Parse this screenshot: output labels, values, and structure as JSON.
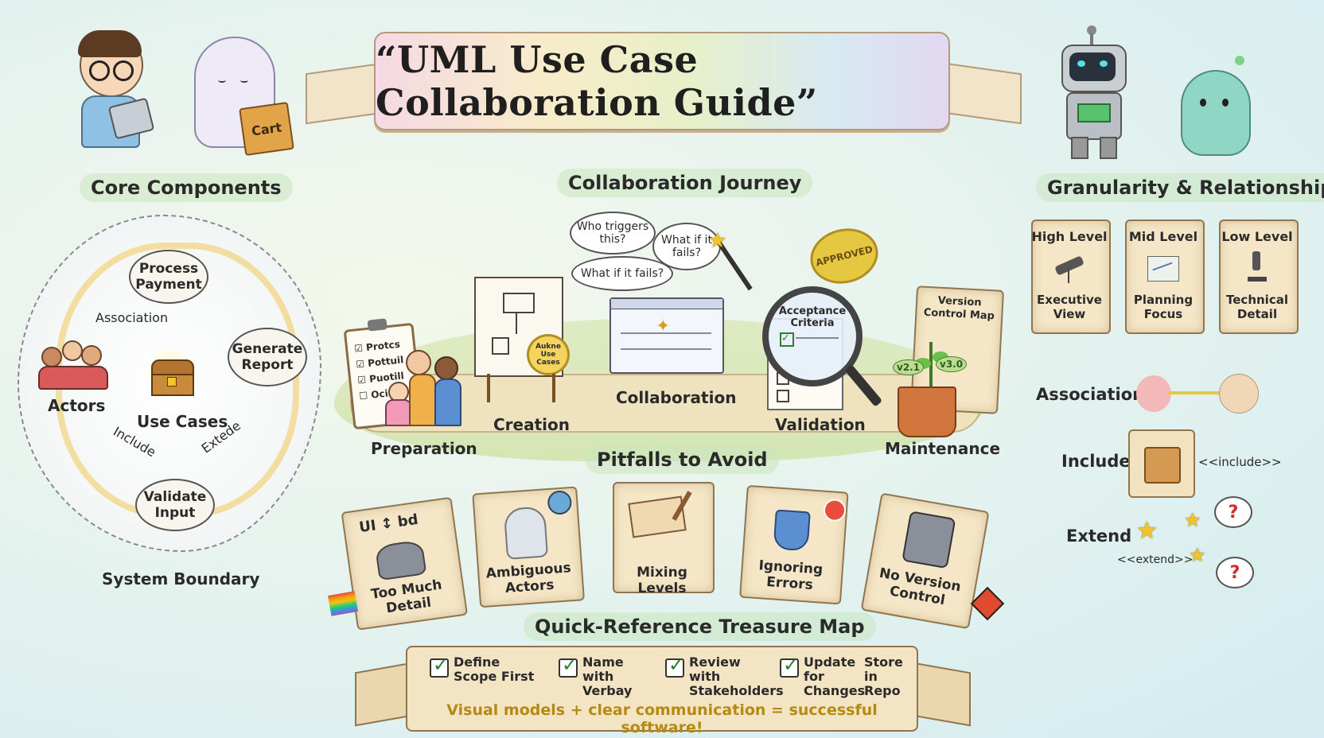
{
  "title": "“UML Use Case Collaboration Guide”",
  "characters": {
    "cart_label": "Cart"
  },
  "core": {
    "heading": "Core Components",
    "use_cases": [
      "Process Payment",
      "Generate Report",
      "Validate Input"
    ],
    "association": "Association",
    "actors": "Actors",
    "use_cases_label": "Use Cases",
    "include": "Include",
    "extend": "Extede",
    "boundary": "System Boundary"
  },
  "journey": {
    "heading": "Collaboration Journey",
    "stages": [
      "Preparation",
      "Creation",
      "Collaboration",
      "Validation",
      "Maintenance"
    ],
    "bubbles": [
      "Who triggers this?",
      "What if it fails?",
      "What if it fails?"
    ],
    "checklist": [
      "Protcs",
      "Pottuil",
      "Puotill",
      "Ocis"
    ],
    "seal": "Aukne Use Cases",
    "approved": "APPROVED",
    "acceptance": "Acceptance Criteria",
    "version_map": "Version Control Map",
    "versions": [
      "v2.1",
      "v3.0"
    ]
  },
  "granularity": {
    "heading": "Granularity & Relationships",
    "levels": [
      {
        "title": "High Level",
        "sub": "Executive View",
        "icon": "telescope-icon"
      },
      {
        "title": "Mid Level",
        "sub": "Planning Focus",
        "icon": "map-icon"
      },
      {
        "title": "Low Level",
        "sub": "Technical Detail",
        "icon": "microscope-icon"
      }
    ],
    "association": "Association",
    "include": "Include",
    "include_tag": "<<include>>",
    "extend": "Extend",
    "extend_tag": "<<extend>>"
  },
  "pitfalls": {
    "heading": "Pitfalls to Avoid",
    "items": [
      "Too Much Detail",
      "Ambiguous Actors",
      "Mixing Levels",
      "Ignoring Errors",
      "No Version Control"
    ],
    "scribble": "UI ↕ bd"
  },
  "reference": {
    "heading": "Quick-Reference Treasure Map",
    "items": [
      "Define Scope First",
      "Name with Verbay",
      "Review with Stakeholders",
      "Update for Changes",
      "Store in Repo"
    ],
    "tagline": "Visual models + clear communication = successful software!"
  },
  "colors": {
    "accent": "#e6c741",
    "paper": "#f4e6c6",
    "green_heading": "#c8e6be",
    "error": "#d12d2d"
  }
}
